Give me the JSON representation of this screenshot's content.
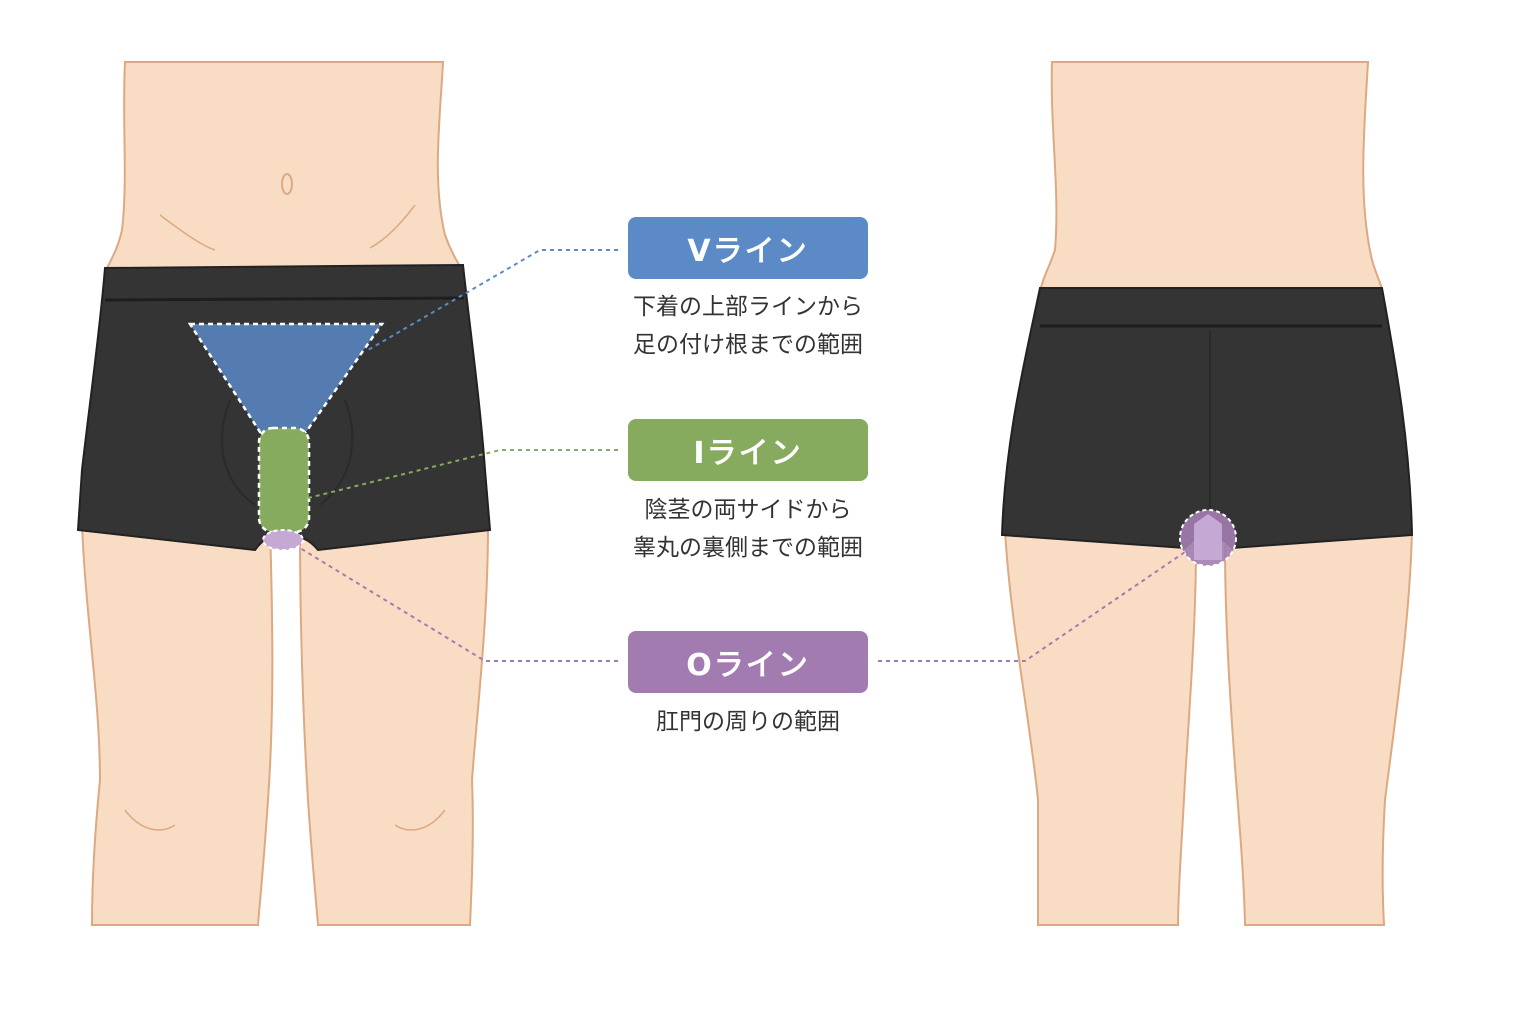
{
  "colors": {
    "skin": "#f9dcc4",
    "skin_outline": "#dca982",
    "underwear": "#343434",
    "v_line": "#5b8ac7",
    "i_line": "#86aa5e",
    "o_line": "#a27cb0"
  },
  "labels": {
    "v": {
      "title": "Vライン",
      "desc": [
        "下着の上部ラインから",
        "足の付け根までの範囲"
      ]
    },
    "i": {
      "title": "Iライン",
      "desc": [
        "陰茎の両サイドから",
        "睾丸の裏側までの範囲"
      ]
    },
    "o": {
      "title": "Oライン",
      "desc": [
        "肛門の周りの範囲"
      ]
    }
  },
  "figures": {
    "front": "front-view",
    "back": "back-view"
  }
}
